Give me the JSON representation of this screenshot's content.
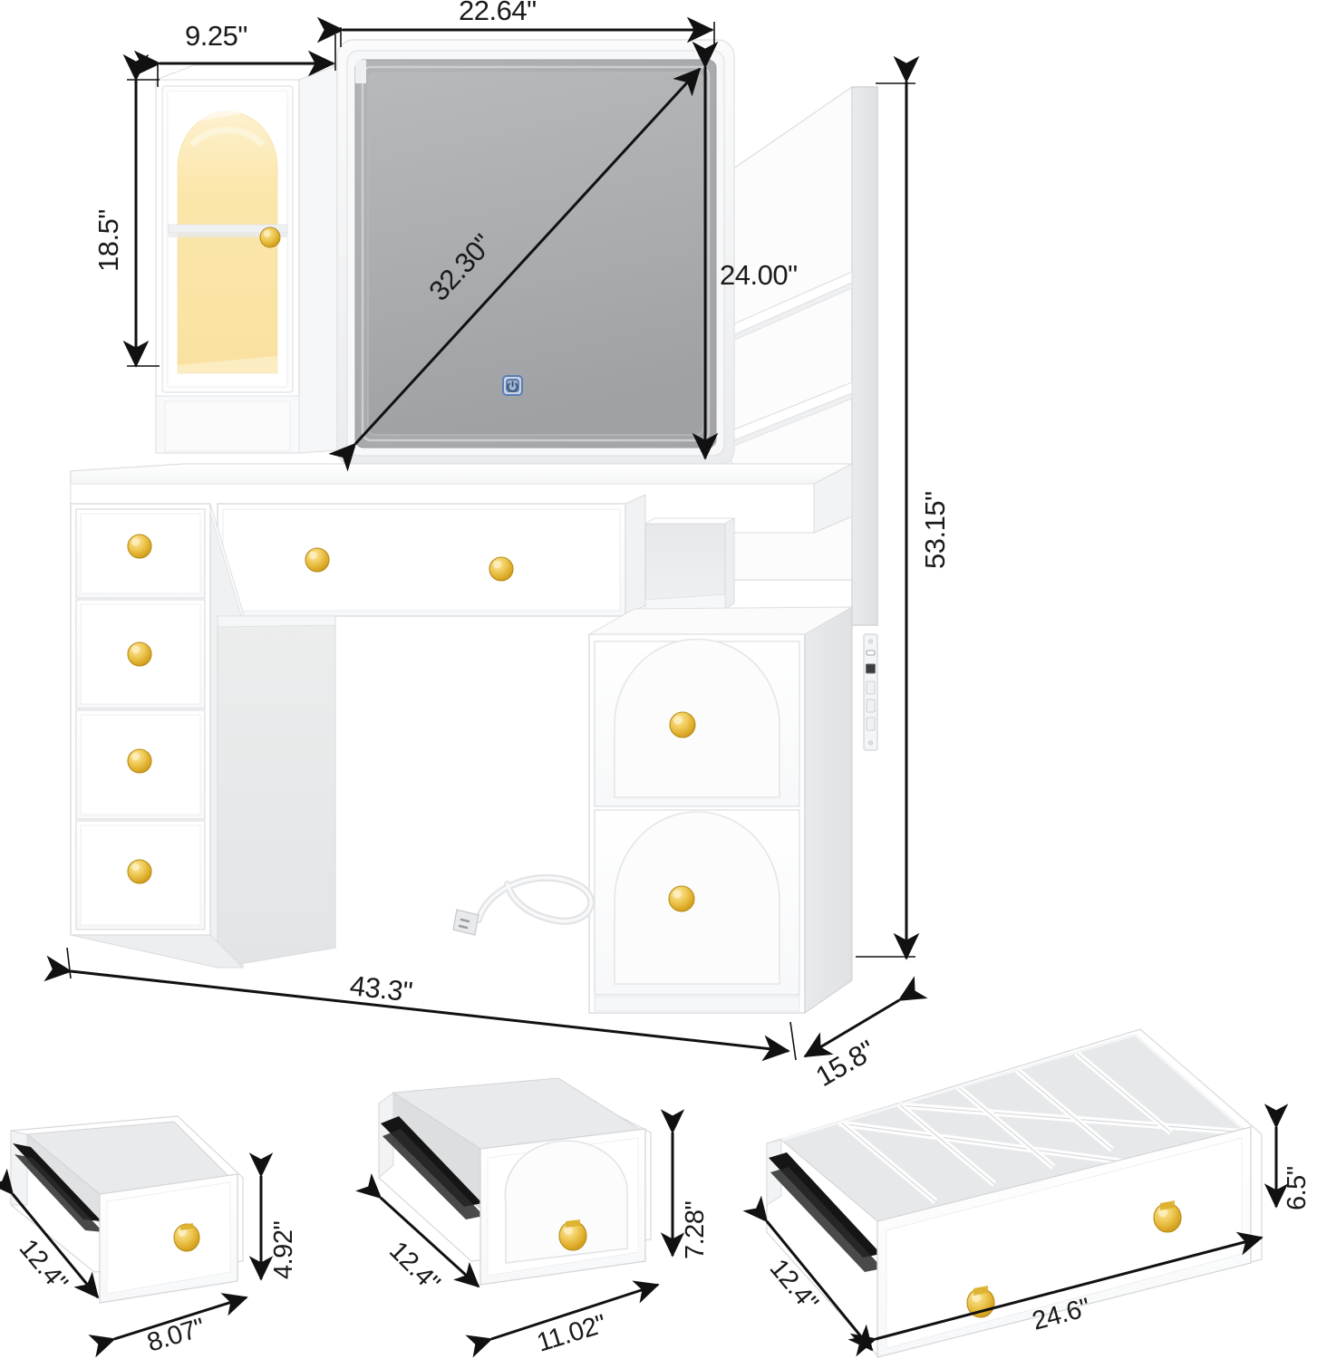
{
  "product": {
    "name": "makeup-vanity-desk-with-lighted-mirror",
    "colors": {
      "body_white": "#ffffff",
      "panel_shade": "#f2f3f4",
      "edge_line": "#d7d9dc",
      "mirror_glass": "#a9abad",
      "mirror_frame": "#efefef",
      "gold_knob": "#e2b434",
      "gold_knob_light": "#f7d976",
      "led_warm": "#fbe9b2",
      "led_warm_deep": "#f7dd93",
      "dim_line": "#111111",
      "touch_icon_blue": "#5b7fb4",
      "slide_rail": "#181818"
    }
  },
  "dimensions": {
    "left_cabinet_width": "9.25\"",
    "left_cabinet_height": "18.5\"",
    "mirror_width": "22.64\"",
    "mirror_diagonal": "32.30\"",
    "mirror_height": "24.00\"",
    "overall_height": "53.15\"",
    "overall_width": "43.3\"",
    "overall_depth": "15.8\""
  },
  "drawers": [
    {
      "id": "small-drawer",
      "depth": "12.4\"",
      "width": "8.07\"",
      "height": "4.92\"",
      "knob_count": 1,
      "compartments": 0,
      "front_style": "flat"
    },
    {
      "id": "medium-drawer",
      "depth": "12.4\"",
      "width": "11.02\"",
      "height": "7.28\"",
      "knob_count": 1,
      "compartments": 0,
      "front_style": "arch"
    },
    {
      "id": "large-divided-drawer",
      "depth": "12.4\"",
      "width": "24.6\"",
      "height": "6.5\"",
      "knob_count": 2,
      "compartments": 18,
      "front_style": "flat"
    }
  ],
  "features": {
    "mirror_touch_icon": "power-touch-icon",
    "glass_door_knob": "gold-knob",
    "power_outlet": "side-power-strip-with-usb",
    "power_cord": "coiled-power-cord-with-plug",
    "right_shelves": 3,
    "left_drawers": 4,
    "right_drawers": 2,
    "top_wide_drawer_knobs": 2
  }
}
